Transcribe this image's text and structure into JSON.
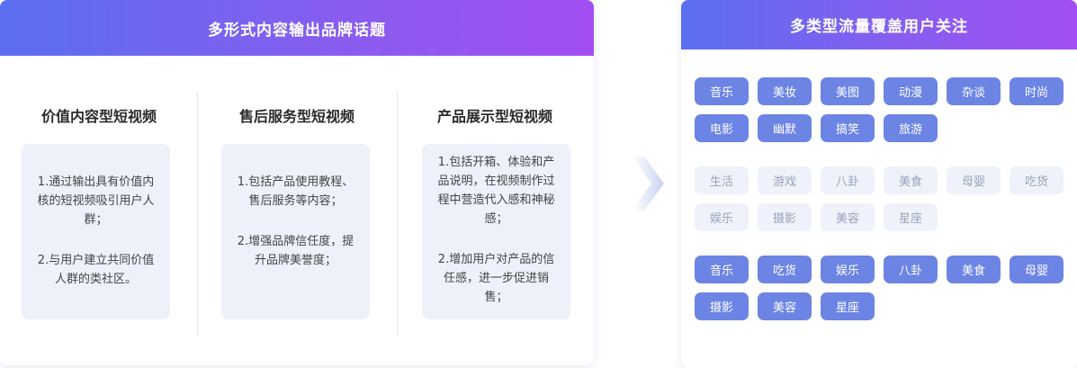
{
  "left_panel": {
    "title": "多形式内容输出品牌话题",
    "columns": [
      {
        "title": "价值内容型短视频",
        "points": [
          "1.通过输出具有价值内核的短视频吸引用户人群；",
          "2.与用户建立共同价值人群的类社区。"
        ]
      },
      {
        "title": "售后服务型短视频",
        "points": [
          "1.包括产品使用教程、售后服务等内容；",
          "2.增强品牌信任度，提升品牌美誉度；"
        ]
      },
      {
        "title": "产品展示型短视频",
        "points": [
          "1.包括开箱、体验和产品说明，在视频制作过程中营造代入感和神秘感；",
          "2.增加用户对产品的信任感，进一步促进销售；"
        ]
      }
    ]
  },
  "arrow_icon": "chevron-right-icon",
  "right_panel": {
    "title": "多类型流量覆盖用户关注",
    "groups": [
      {
        "style": "solid",
        "tags": [
          "音乐",
          "美妆",
          "美图",
          "动漫",
          "杂谈",
          "时尚",
          "电影",
          "幽默",
          "搞笑",
          "旅游"
        ]
      },
      {
        "style": "light",
        "tags": [
          "生活",
          "游戏",
          "八卦",
          "美食",
          "母婴",
          "吃货",
          "娱乐",
          "摄影",
          "美容",
          "星座"
        ]
      },
      {
        "style": "solid",
        "tags": [
          "音乐",
          "吃货",
          "娱乐",
          "八卦",
          "美食",
          "母婴",
          "摄影",
          "美容",
          "星座"
        ]
      }
    ]
  },
  "colors": {
    "header_gradient_start": "#5b6ff0",
    "header_gradient_end": "#a24ef2",
    "tag_solid": "#6c84e4",
    "tag_light": "#eff2fa",
    "box_bg": "#eef0fa"
  }
}
